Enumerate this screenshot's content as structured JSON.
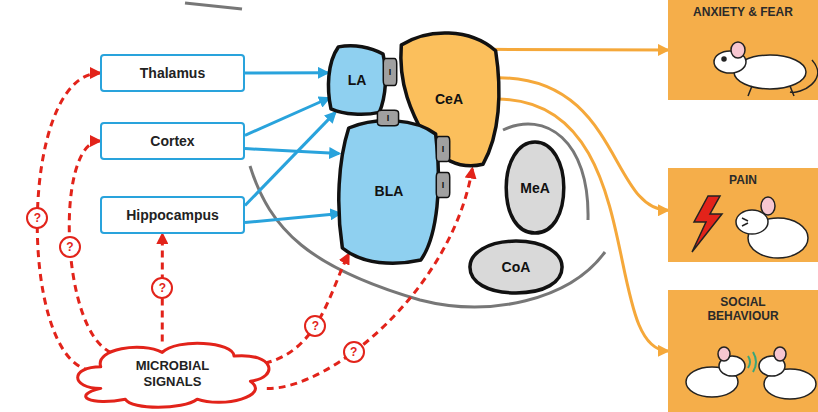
{
  "diagram": {
    "nodes": [
      {
        "text": [
          "Thalamus"
        ]
      },
      {
        "text": [
          "Cortex"
        ]
      },
      {
        "text": [
          "Hippocampus"
        ]
      },
      {
        "text": [
          "LA"
        ]
      },
      {
        "text": [
          "CeA"
        ]
      },
      {
        "text": [
          "BLA"
        ]
      },
      {
        "text": [
          "MeA"
        ]
      },
      {
        "text": [
          "CoA"
        ]
      },
      {
        "text": [
          "I"
        ]
      },
      {
        "text": [
          "I"
        ]
      },
      {
        "text": [
          "I"
        ]
      },
      {
        "text": [
          "I"
        ]
      },
      {
        "text": [
          "ANXIETY & FEAR"
        ]
      },
      {
        "text": [
          "PAIN"
        ]
      },
      {
        "text": [
          "SOCIAL BEHAVIOUR"
        ]
      },
      {
        "text": [
          "MICROBIAL SIGNALS"
        ]
      }
    ],
    "edges": [
      {
        "from": 0,
        "to": 3,
        "arrow": "to"
      },
      {
        "from": 1,
        "to": 3,
        "arrow": "to"
      },
      {
        "from": 1,
        "to": 5,
        "arrow": "to"
      },
      {
        "from": 2,
        "to": 3,
        "arrow": "to"
      },
      {
        "from": 2,
        "to": 5,
        "arrow": "to"
      },
      {
        "from": 4,
        "to": 12,
        "arrow": "to"
      },
      {
        "from": 4,
        "to": 13,
        "arrow": "to"
      },
      {
        "from": 4,
        "to": 14,
        "arrow": "to"
      },
      {
        "from": 15,
        "to": 0,
        "arrow": "to",
        "label": "?"
      },
      {
        "from": 15,
        "to": 1,
        "arrow": "to",
        "label": "?"
      },
      {
        "from": 15,
        "to": 2,
        "arrow": "to",
        "label": "?"
      },
      {
        "from": 15,
        "to": 5,
        "arrow": "to",
        "label": "?"
      },
      {
        "from": 15,
        "to": 4,
        "arrow": "to",
        "label": "?"
      }
    ]
  }
}
